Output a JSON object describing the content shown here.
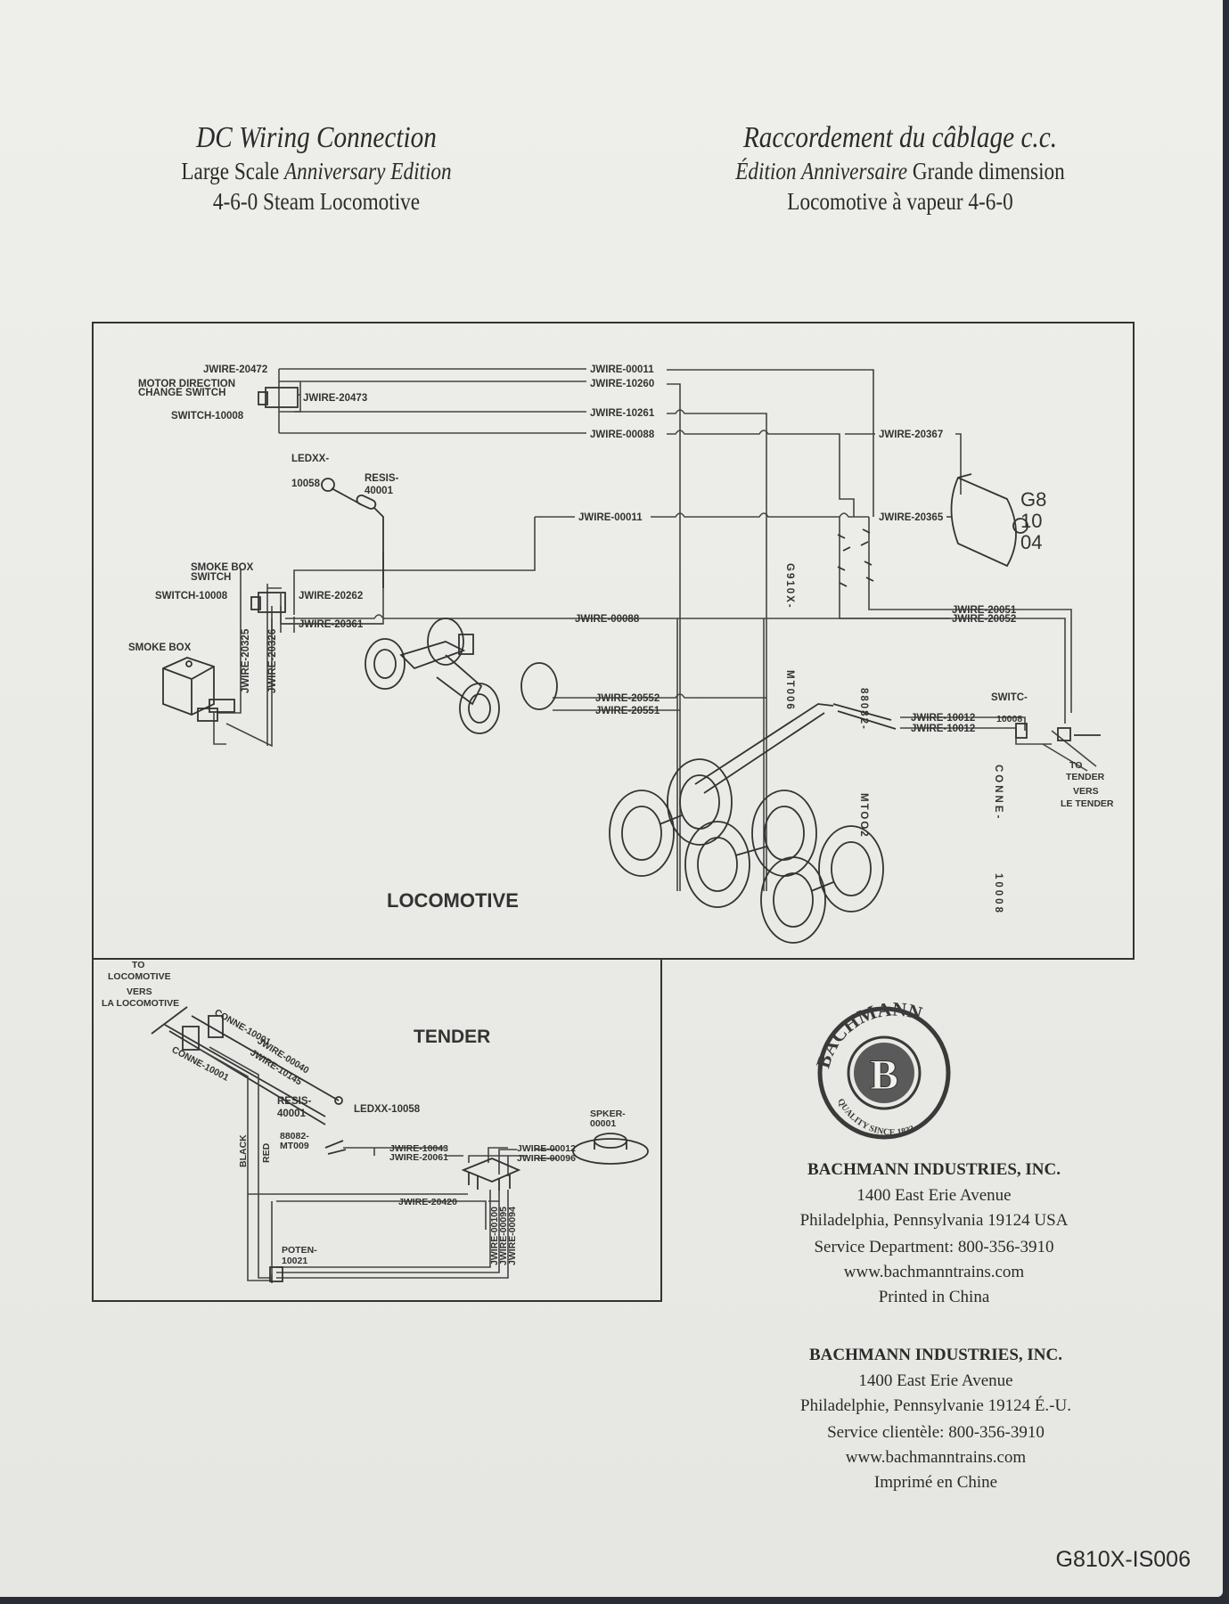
{
  "header": {
    "en": {
      "title": "DC Wiring Connection",
      "line2_plain": "Large Scale",
      "line2_italic": "Anniversary Edition",
      "line3": "4-6-0 Steam Locomotive"
    },
    "fr": {
      "title": "Raccordement du câblage c.c.",
      "line2_italic": "Édition Anniversaire",
      "line2_plain": "Grande dimension",
      "line3": "Locomotive à vapeur 4-6-0"
    }
  },
  "locomotive": {
    "section_title": "LOCOMOTIVE",
    "labels": {
      "jwire_20472": "JWIRE-20472",
      "motor_dir_1": "MOTOR DIRECTION",
      "motor_dir_2": "CHANGE SWITCH",
      "jwire_20473": "JWIRE-20473",
      "switch_10008_a": "SWITCH-10008",
      "jwire_00011_top": "JWIRE-00011",
      "jwire_10260": "JWIRE-10260",
      "jwire_10261": "JWIRE-10261",
      "jwire_00088_top": "JWIRE-00088",
      "jwire_20367": "JWIRE-20367",
      "ledxx_1": "LEDXX-",
      "ledxx_2": "10058",
      "resis_1": "RESIS-",
      "resis_2": "40001",
      "jwire_00011_mid": "JWIRE-00011",
      "jwire_20365": "JWIRE-20365",
      "motor_1": "G8",
      "motor_2": "10",
      "motor_3": "04",
      "smoke_switch_1": "SMOKE BOX",
      "smoke_switch_2": "SWITCH",
      "switch_10008_b": "SWITCH-10008",
      "jwire_20262": "JWIRE-20262",
      "jwire_20361": "JWIRE-20361",
      "jwire_00088_low": "JWIRE-00088",
      "jwire_20051": "JWIRE-20051",
      "jwire_20052": "JWIRE-20052",
      "smoke_box": "SMOKE BOX",
      "jwire_20325": "JWIRE-20325",
      "jwire_20326": "JWIRE-20326",
      "vertical_g910x": "G910X-",
      "vertical_mt006": "MT006",
      "vertical_88082": "88082-",
      "vertical_mt002": "MTOO2",
      "jwire_20552": "JWIRE-20552",
      "jwire_20551": "JWIRE-20551",
      "jwire_10012_a": "JWIRE-10012",
      "jwire_10012_b": "JWIRE-10012",
      "switc": "SWITC-",
      "switc_num": "10008",
      "conne_vertical": "CONNE-",
      "conne_num_vertical": "10008",
      "to_tender_1": "TO",
      "to_tender_2": "TENDER",
      "vers_1": "VERS",
      "vers_2": "LE TENDER"
    }
  },
  "tender": {
    "section_title": "TENDER",
    "labels": {
      "to_loco_1": "TO",
      "to_loco_2": "LOCOMOTIVE",
      "vers_1": "VERS",
      "vers_2": "LA LOCOMOTIVE",
      "conne_a": "CONNE-10001",
      "conne_b": "CONNE-10001",
      "jwire_00040": "JWIRE-00040",
      "jwire_10145": "JWIRE-10145",
      "resis_1": "RESIS-",
      "resis_2": "40001",
      "ledxx": "LEDXX-10058",
      "mt009_1": "88082-",
      "mt009_2": "MT009",
      "black": "BLACK",
      "red": "RED",
      "jwire_10043": "JWIRE-10043",
      "jwire_20061": "JWIRE-20061",
      "jwire_00012": "JWIRE-00012",
      "jwire_00096": "JWIRE-00096",
      "spker_1": "SPKER-",
      "spker_2": "00001",
      "jwire_20420": "JWIRE-20420",
      "jwire_00100": "JWIRE-00100",
      "jwire_00095": "JWIRE-00095",
      "jwire_00094": "JWIRE-00094",
      "poten_1": "POTEN-",
      "poten_2": "10021"
    }
  },
  "logo": {
    "top_text": "BACHMANN",
    "center": "B",
    "bottom_text": "QUALITY SINCE 1833"
  },
  "contact_en": {
    "company": "BACHMANN INDUSTRIES, INC.",
    "street": "1400 East Erie Avenue",
    "city": "Philadelphia, Pennsylvania 19124  USA",
    "service": "Service Department: 800-356-3910",
    "web": "www.bachmanntrains.com",
    "printed": "Printed in China"
  },
  "contact_fr": {
    "company": "BACHMANN INDUSTRIES, INC.",
    "street": "1400 East Erie Avenue",
    "city": "Philadelphie, Pennsylvanie 19124 É.-U.",
    "service": "Service clientèle: 800-356-3910",
    "web": "www.bachmanntrains.com",
    "printed": "Imprimé en Chine"
  },
  "doc_id": "G810X-IS006"
}
